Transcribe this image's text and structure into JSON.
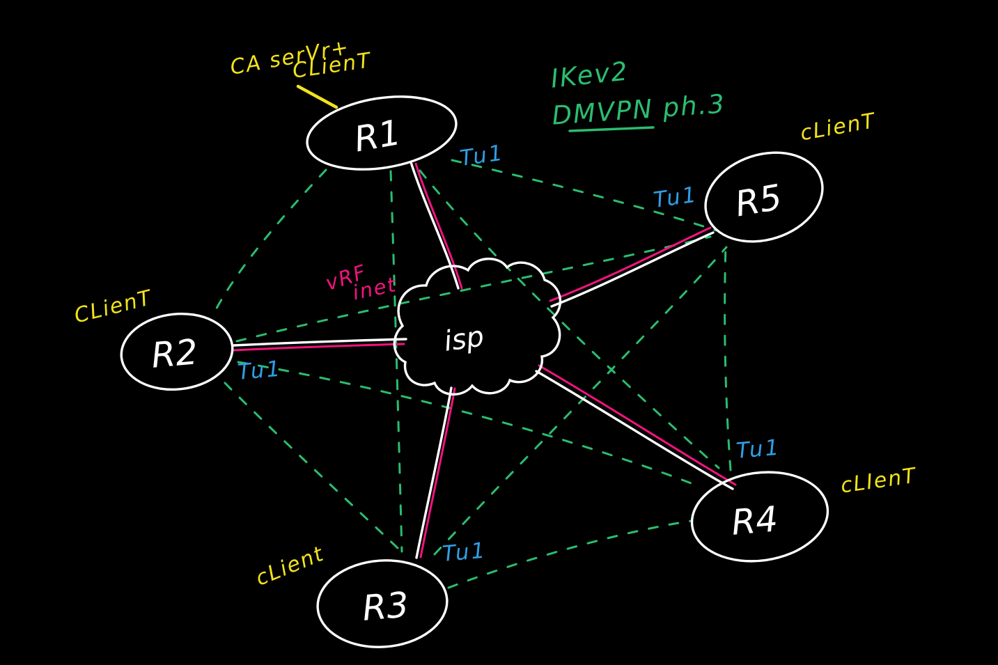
{
  "diagram": {
    "kind": "hand-drawn network whiteboard sketch",
    "background": "#000000"
  },
  "colors": {
    "node_outline": "#ffffff",
    "role_yellow": "#f2e31b",
    "tunnel_blue": "#2f9fe6",
    "dmvpn_green": "#2cbd6f",
    "vrf_pink": "#f2137f"
  },
  "title": {
    "line1": "IKev2",
    "line2": "DMVPN ph.3"
  },
  "vrf": {
    "line1": "vRF",
    "line2": "inet"
  },
  "nodes": {
    "r1": {
      "label": "R1",
      "role1": "CA serVr+",
      "role2": "CLienT",
      "tunnel": "Tu1"
    },
    "r2": {
      "label": "R2",
      "role": "CLienT",
      "tunnel": "Tu1"
    },
    "r3": {
      "label": "R3",
      "role": "cLient",
      "tunnel": "Tu1"
    },
    "r4": {
      "label": "R4",
      "role": "cLIenT",
      "tunnel": "Tu1"
    },
    "r5": {
      "label": "R5",
      "role": "cLienT",
      "tunnel": "Tu1"
    },
    "isp": {
      "label": "isp"
    }
  },
  "edges": {
    "solid_underlay_links": [
      "R1-ISP",
      "R2-ISP",
      "R3-ISP",
      "R4-ISP",
      "R5-ISP"
    ],
    "solid_link_colors": [
      "#ffffff",
      "#f2137f"
    ],
    "dashed_overlay_tunnels": [
      "R1-R2",
      "R1-R3",
      "R1-R5",
      "R1-R4",
      "R2-R3",
      "R2-R5",
      "R2-R4",
      "R3-R4",
      "R3-R5",
      "R4-R5"
    ],
    "dashed_tunnel_color": "#2cbd6f"
  }
}
